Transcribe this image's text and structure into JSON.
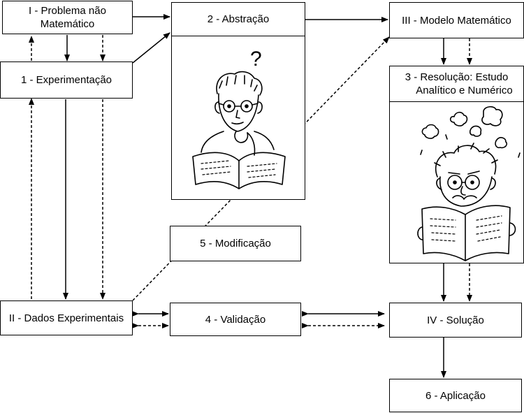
{
  "nodes": {
    "problema": {
      "line1": "I - Problema não",
      "line2": "Matemático"
    },
    "experimentacao": {
      "label": "1 - Experimentação"
    },
    "abstracao": {
      "label": "2 - Abstração"
    },
    "modelo": {
      "label": "III - Modelo Matemático"
    },
    "resolucao": {
      "line1": "3 - Resolução: Estudo",
      "line2": "Analítico e Numérico"
    },
    "modificacao": {
      "label": "5 - Modificação"
    },
    "dados": {
      "label": "II - Dados Experimentais"
    },
    "validacao": {
      "label": "4 - Validação"
    },
    "solucao": {
      "label": "IV - Solução"
    },
    "aplicacao": {
      "label": "6 - Aplicação"
    }
  },
  "illustrations": {
    "thinker": {
      "symbol": "?",
      "icon": "thinking-reader-icon"
    },
    "scientist": {
      "icon": "scientist-reading-icon"
    }
  }
}
